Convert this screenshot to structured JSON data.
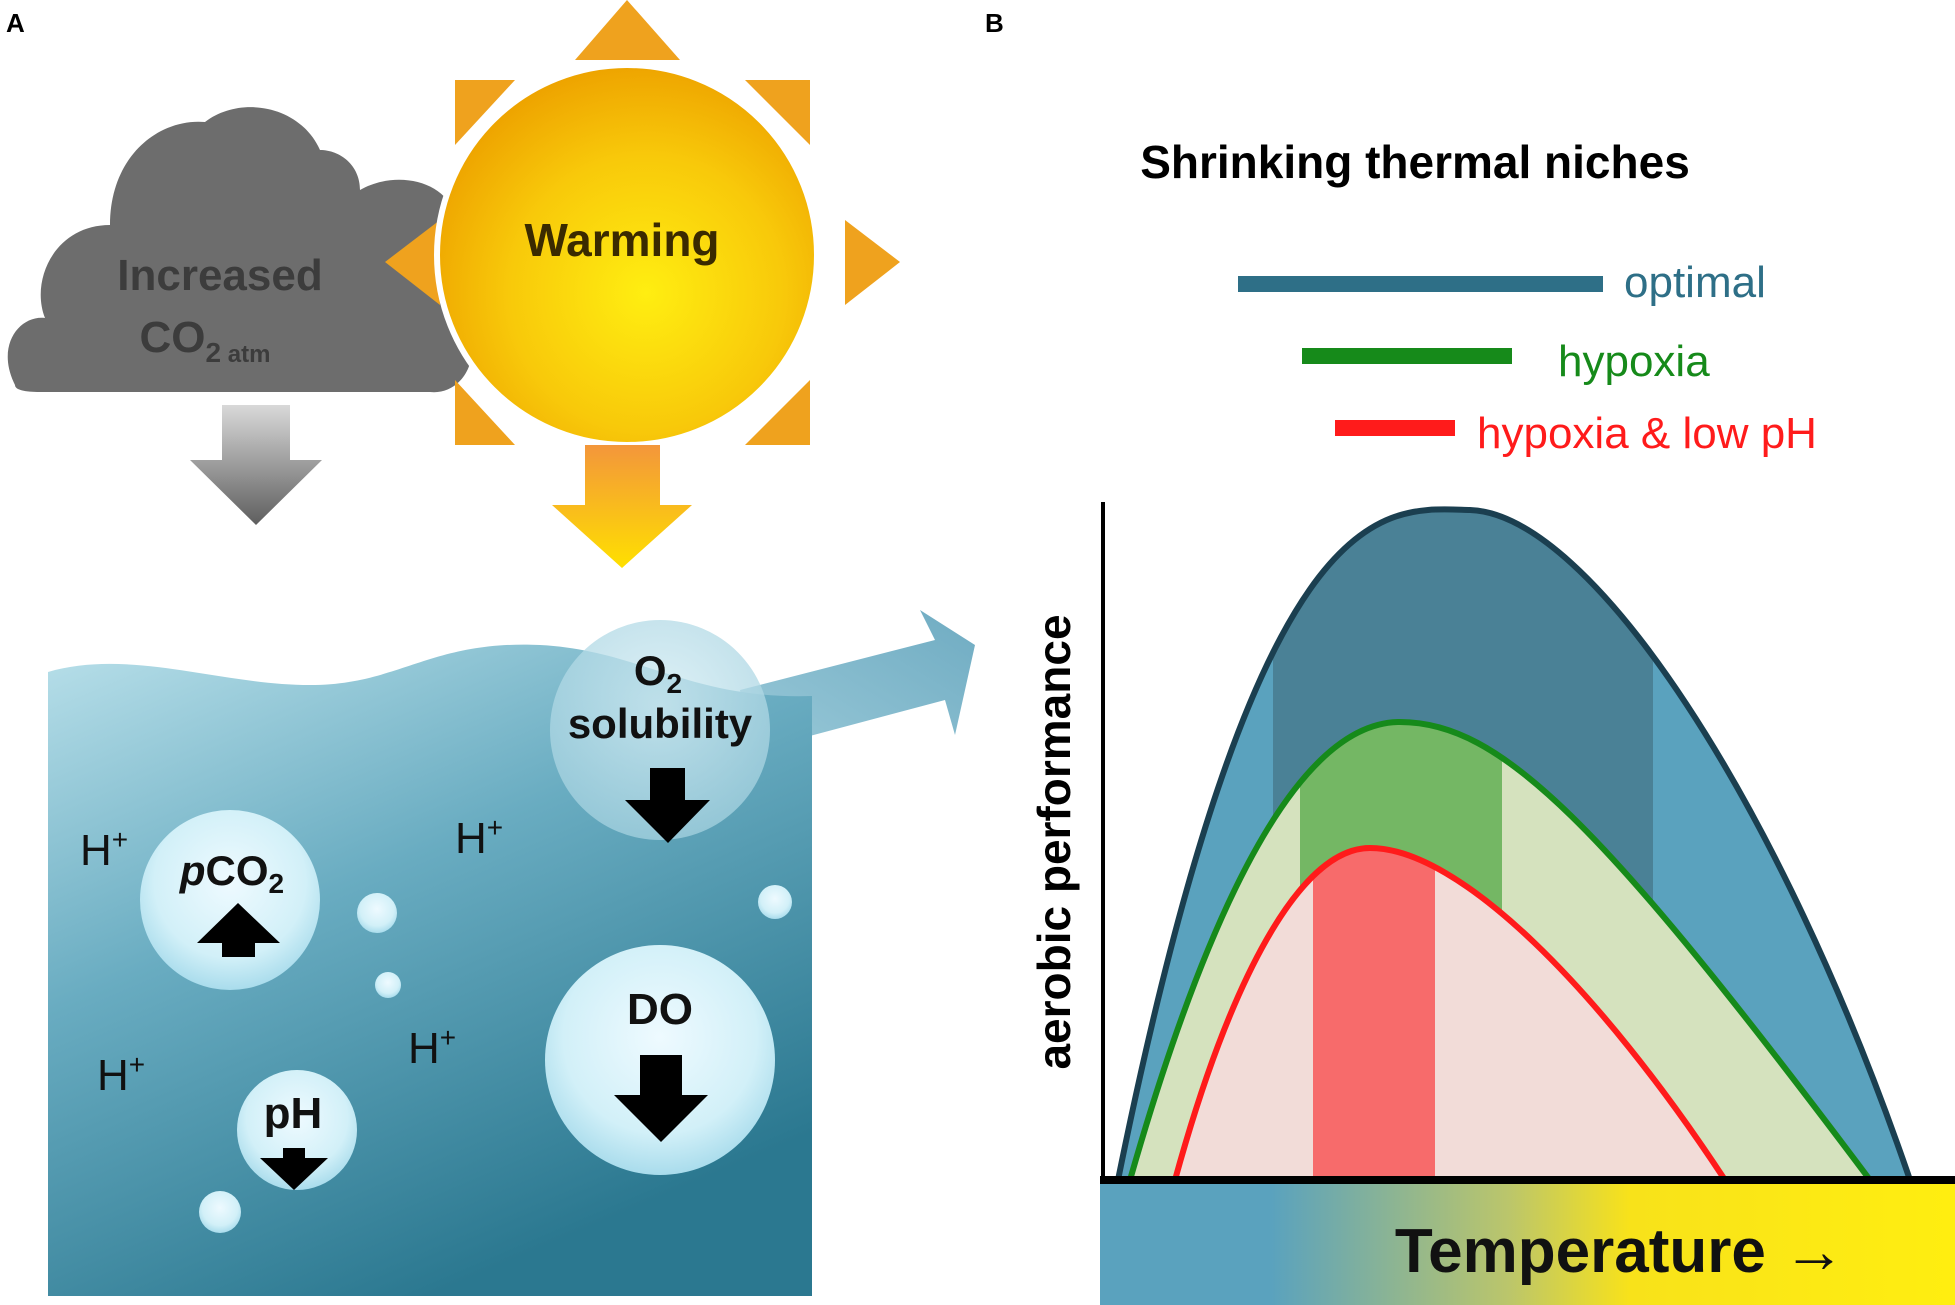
{
  "panel_a": {
    "label": "A",
    "cloud": {
      "line1": "Increased",
      "co2": "CO",
      "sub2": "2",
      "subatm": " atm"
    },
    "sun": {
      "label": "Warming"
    },
    "o2": {
      "o": "O",
      "sub": "2",
      "line2": "solubility"
    },
    "pco2": {
      "p": "p",
      "co": "CO",
      "sub": "2"
    },
    "ph": {
      "label": "pH"
    },
    "do": {
      "label": "DO"
    },
    "hplus": {
      "h": "H",
      "plus": "+"
    }
  },
  "panel_b": {
    "label": "B",
    "title": "Shrinking thermal niches",
    "legend": [
      {
        "label": "optimal",
        "color": "#2e6f87"
      },
      {
        "label": "hypoxia",
        "color": "#168a1a"
      },
      {
        "label": "hypoxia & low pH",
        "color": "#ff1b1b"
      }
    ],
    "y_axis_label": "aerobic performance",
    "x_axis_label": "Temperature →"
  },
  "colors": {
    "water_top": "#b3dde8",
    "water_bottom": "#2f7d93",
    "cloud": "#6d6d6d",
    "sun": "#f2b705",
    "sun_rays": "#efa21e",
    "optimal": "#2e6f87",
    "hypoxia": "#168a1a",
    "low_ph": "#ff1b1b"
  }
}
